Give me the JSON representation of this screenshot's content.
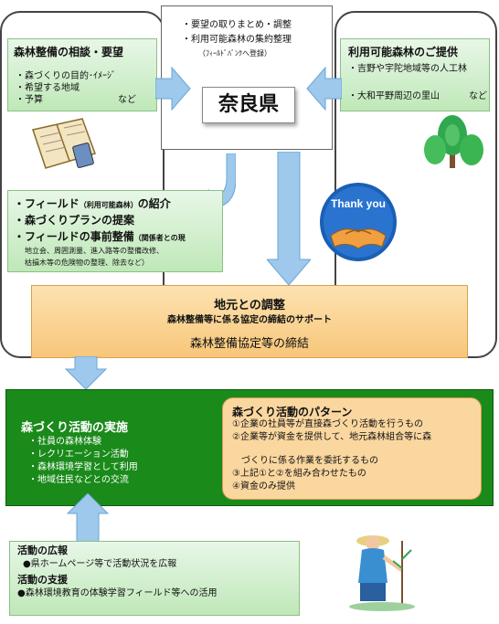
{
  "left_panel": {
    "title": "森林整備の相談・要望",
    "items": [
      "森づくりの目的･ｲﾒｰｼﾞ",
      "希望する地域",
      "予算"
    ],
    "suffix": "など"
  },
  "center_top": {
    "items": [
      "要望の取りまとめ・調整",
      "利用可能森林の集約整理"
    ],
    "note": "（ﾌｨｰﾙﾄﾞﾊﾞﾝｸへ登録）",
    "nara": "奈良県"
  },
  "right_panel": {
    "title": "利用可能森林のご提供",
    "items": [
      "吉野や宇陀地域等の人工林",
      "大和平野周辺の里山"
    ],
    "suffix": "など"
  },
  "field_box": {
    "items": [
      {
        "main": "フィールド",
        "sub": "（利用可能森林）",
        "rest": "の紹介"
      },
      {
        "main": "森づくりプランの提案",
        "sub": "",
        "rest": ""
      },
      {
        "main": "フィールドの事前整備",
        "sub": "（関係者との現",
        "rest": ""
      }
    ],
    "detail_lines": [
      "地立会、周囲測量、進入路等の整備改修、",
      "枯損木等の危険物の整理、除去など）"
    ]
  },
  "thank_you": "Thank you",
  "coordination": {
    "title": "地元との調整",
    "subtitle": "森林整備等に係る協定の締結のサポート",
    "agreement": "森林整備協定等の締結"
  },
  "activity": {
    "title": "森づくり活動の実施",
    "items": [
      "社員の森林体験",
      "レクリエーション活動",
      "森林環境学習として利用",
      "地域住民などとの交流"
    ]
  },
  "pattern": {
    "title": "森づくり活動のパターン",
    "lines": [
      "①企業の社員等が直接森づくり活動を行うもの",
      "②企業等が資金を提供して、地元森林組合等に森",
      "　づくりに係る作業を委託するもの",
      "③上記①と②を組み合わせたもの",
      "④資金のみ提供"
    ]
  },
  "bottom": {
    "pr_title": "活動の広報",
    "pr_item": "●県ホームページ等で活動状況を広報",
    "support_title": "活動の支援",
    "support_item": "●森林環境教育の体験学習フィールド等への活用"
  },
  "colors": {
    "green_dark": "#1a8a1a",
    "orange": "#f7c97a",
    "arrow_blue": "#9ec9ec",
    "panel_green": "#c6ecc0"
  }
}
